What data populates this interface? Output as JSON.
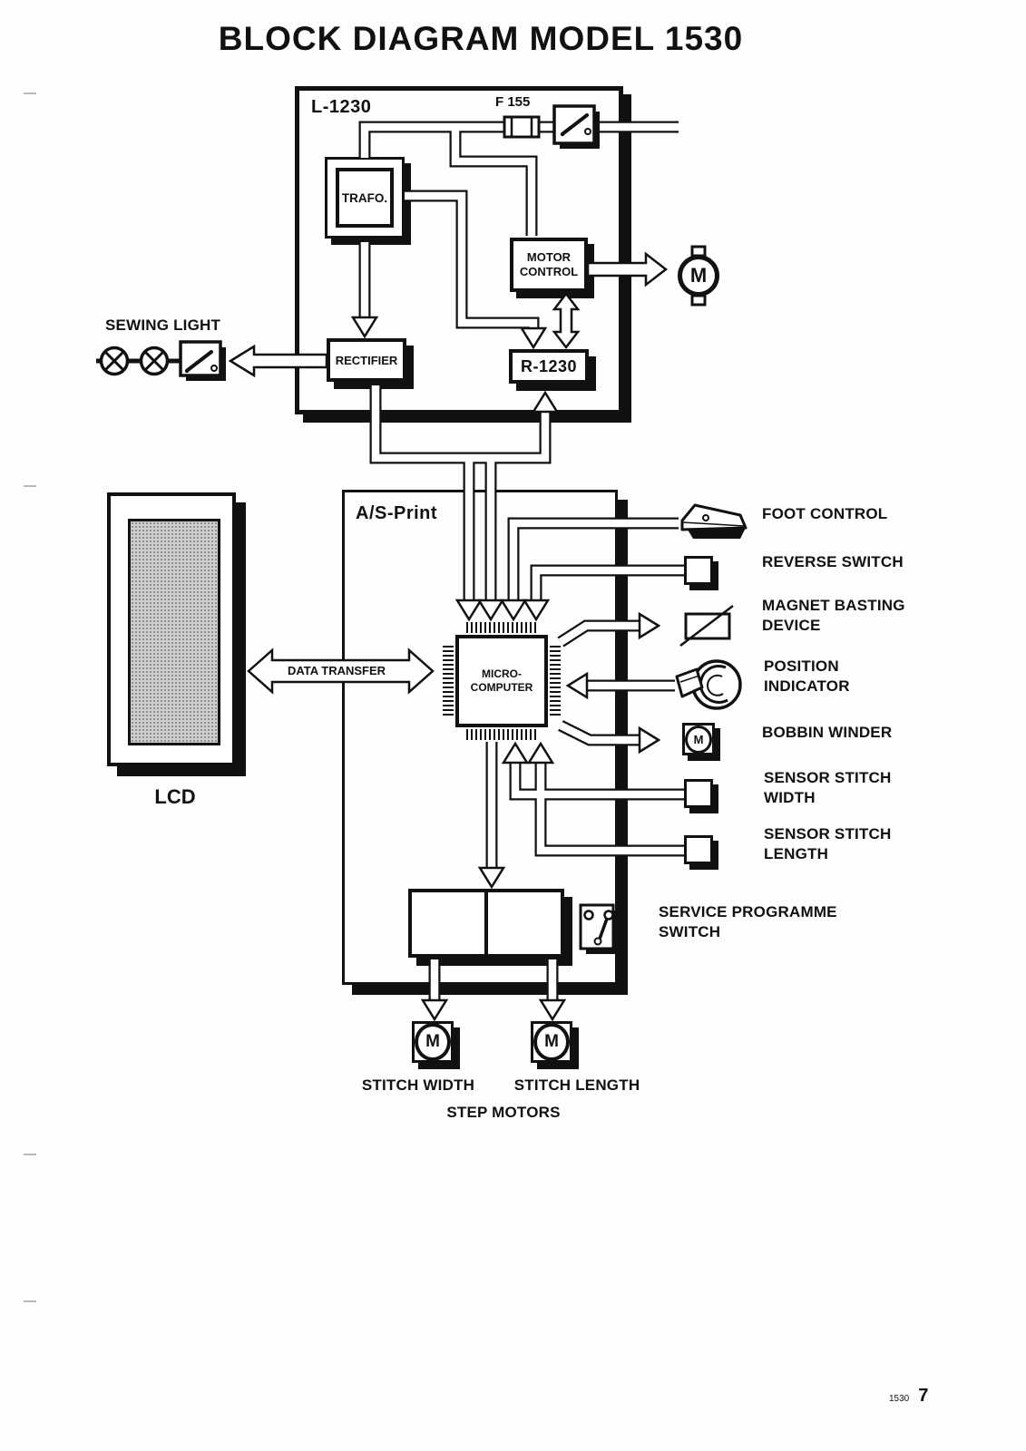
{
  "title": "BLOCK DIAGRAM MODEL 1530",
  "colors": {
    "ink": "#111111",
    "paper": "#fefefe",
    "lcd_fill": "#cdcdcd"
  },
  "power_board": {
    "label": "L-1230",
    "fuse": {
      "label": "F 155",
      "icon": "fuse-icon"
    },
    "power_switch_icon": "power-switch-icon",
    "trafo": {
      "label": "TRAFO."
    },
    "motor_control": {
      "label": "MOTOR CONTROL"
    },
    "rectifier": {
      "label": "RECTIFIER"
    },
    "r1230": {
      "label": "R-1230"
    },
    "main_motor": {
      "label": "M",
      "icon": "motor-icon"
    }
  },
  "sewing_light": {
    "label": "SEWING LIGHT",
    "icon": "lamp-icon"
  },
  "lcd": {
    "label": "LCD"
  },
  "data_transfer": {
    "label": "DATA TRANSFER"
  },
  "control_board": {
    "label": "A/S-Print",
    "micro_computer": {
      "label": "MICRO-COMPUTER"
    }
  },
  "peripherals": [
    {
      "label": "FOOT CONTROL",
      "icon": "foot-pedal-icon"
    },
    {
      "label": "REVERSE SWITCH",
      "icon": "pushbutton-icon"
    },
    {
      "label": "MAGNET BASTING DEVICE",
      "icon": "magnet-coil-icon"
    },
    {
      "label": "POSITION INDICATOR",
      "icon": "rotary-disc-icon"
    },
    {
      "label": "BOBBIN WINDER",
      "icon": "motor-icon",
      "motor_label": "M"
    },
    {
      "label": "SENSOR STITCH WIDTH",
      "icon": "pushbutton-icon"
    },
    {
      "label": "SENSOR STITCH LENGTH",
      "icon": "pushbutton-icon"
    }
  ],
  "service_switch": {
    "label": "SERVICE PROGRAMME SWITCH",
    "icon": "toggle-switch-icon"
  },
  "step_motors": {
    "heading": "STEP MOTORS",
    "motors": [
      {
        "label": "STITCH WIDTH",
        "motor_label": "M"
      },
      {
        "label": "STITCH LENGTH",
        "motor_label": "M"
      }
    ]
  },
  "footer": {
    "model": "1530",
    "page": "7"
  }
}
